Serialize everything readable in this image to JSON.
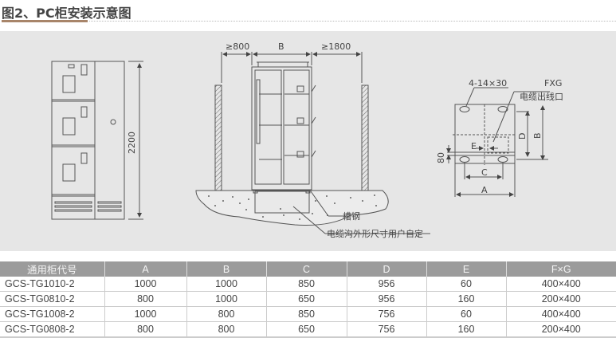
{
  "title": "图2、PC柜安装示意图",
  "diagram": {
    "front_view": {
      "height_label": "2200"
    },
    "side_view": {
      "left_clearance": "≥800",
      "width_label": "B",
      "right_clearance": "≥1800",
      "channel_steel_label": "槽钢",
      "cable_trench_label": "电缆沟外形尺寸用户自定"
    },
    "base_view": {
      "holes_label": "4-14×30",
      "fxg_label": "FXG",
      "cable_outlet_label": "电缆出线口",
      "dim_80": "80",
      "dim_a": "A",
      "dim_b": "B",
      "dim_c": "C",
      "dim_d": "D",
      "dim_e": "E"
    }
  },
  "table": {
    "headers": [
      "通用柜代号",
      "A",
      "B",
      "C",
      "D",
      "E",
      "F×G"
    ],
    "rows": [
      [
        "GCS-TG1010-2",
        "1000",
        "1000",
        "850",
        "956",
        "60",
        "400×400"
      ],
      [
        "GCS-TG0810-2",
        "800",
        "1000",
        "650",
        "956",
        "160",
        "200×400"
      ],
      [
        "GCS-TG1008-2",
        "1000",
        "800",
        "850",
        "756",
        "60",
        "400×400"
      ],
      [
        "GCS-TG0808-2",
        "800",
        "800",
        "650",
        "756",
        "160",
        "200×400"
      ]
    ]
  }
}
